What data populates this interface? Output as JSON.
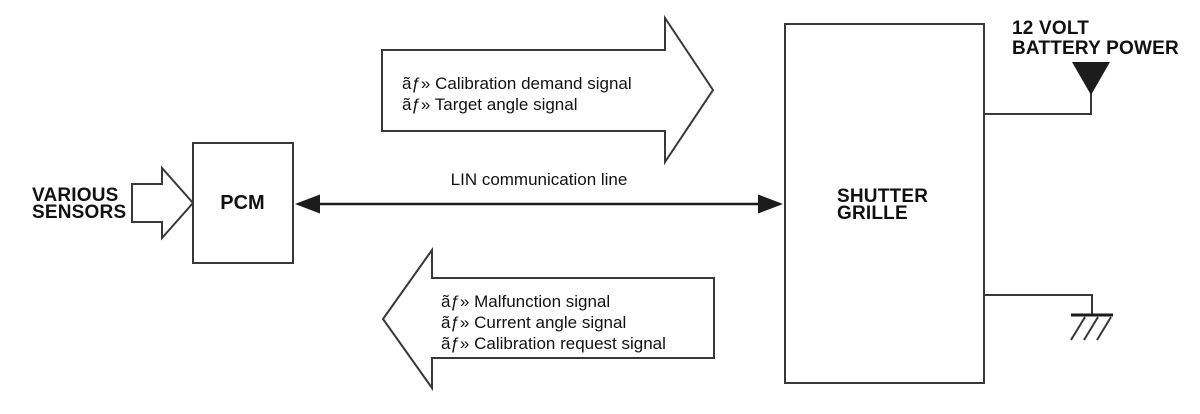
{
  "sensors": {
    "label_lines": [
      "VARIOUS",
      "SENSORS"
    ]
  },
  "pcm": {
    "label": "PCM"
  },
  "shutter_grille": {
    "label_lines": [
      "SHUTTER",
      "GRILLE"
    ]
  },
  "battery": {
    "label_lines": [
      "12 VOLT",
      "BATTERY POWER"
    ]
  },
  "lin": {
    "label": "LIN communication line"
  },
  "signals_to_grille": {
    "lines": [
      "ãƒ» Calibration demand signal",
      "ãƒ» Target angle signal"
    ]
  },
  "signals_to_pcm": {
    "lines": [
      "ãƒ» Malfunction signal",
      "ãƒ» Current angle signal",
      "ãƒ» Calibration request signal"
    ]
  },
  "colors": {
    "stroke": "#383838",
    "text": "#111111",
    "background": "#ffffff"
  }
}
